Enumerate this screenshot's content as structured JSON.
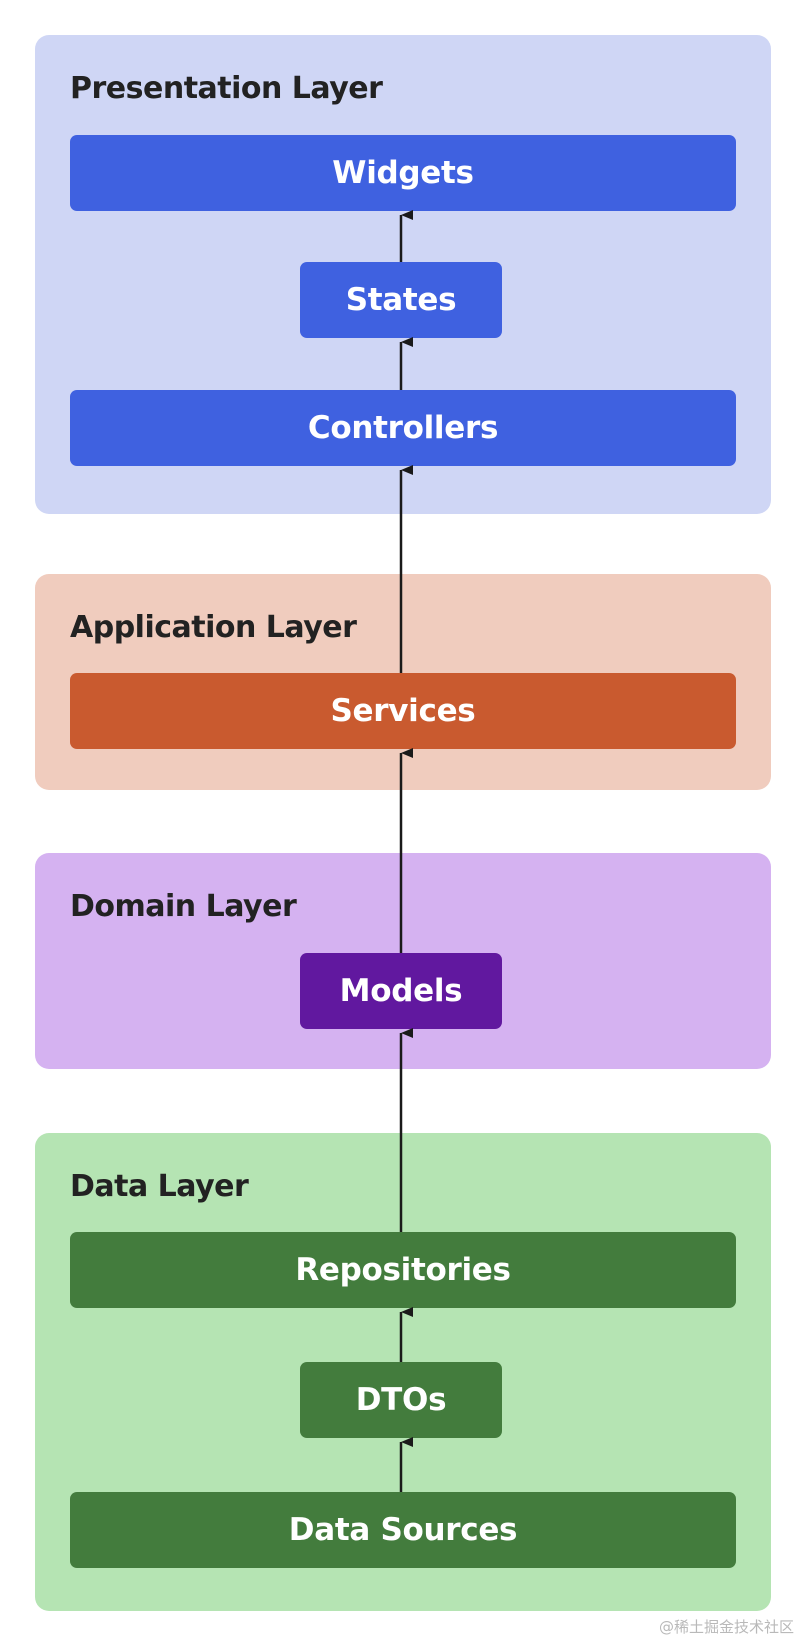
{
  "layers": {
    "presentation": {
      "title": "Presentation Layer",
      "components": [
        "Widgets",
        "States",
        "Controllers"
      ],
      "background": "#cfd6f5",
      "box_color": "#3f61e0"
    },
    "application": {
      "title": "Application Layer",
      "components": [
        "Services"
      ],
      "background": "#f0ccbe",
      "box_color": "#c95a2f"
    },
    "domain": {
      "title": "Domain Layer",
      "components": [
        "Models"
      ],
      "background": "#d5b2f1",
      "box_color": "#61189f"
    },
    "data": {
      "title": "Data Layer",
      "components": [
        "Repositories",
        "DTOs",
        "Data Sources"
      ],
      "background": "#b5e4b3",
      "box_color": "#437c3d"
    }
  },
  "flow": [
    {
      "from": "Data Sources",
      "to": "DTOs"
    },
    {
      "from": "DTOs",
      "to": "Repositories"
    },
    {
      "from": "Repositories",
      "to": "Models"
    },
    {
      "from": "Models",
      "to": "Services"
    },
    {
      "from": "Services",
      "to": "Controllers"
    },
    {
      "from": "Controllers",
      "to": "States"
    },
    {
      "from": "States",
      "to": "Widgets"
    }
  ],
  "watermark": "@稀土掘金技术社区"
}
